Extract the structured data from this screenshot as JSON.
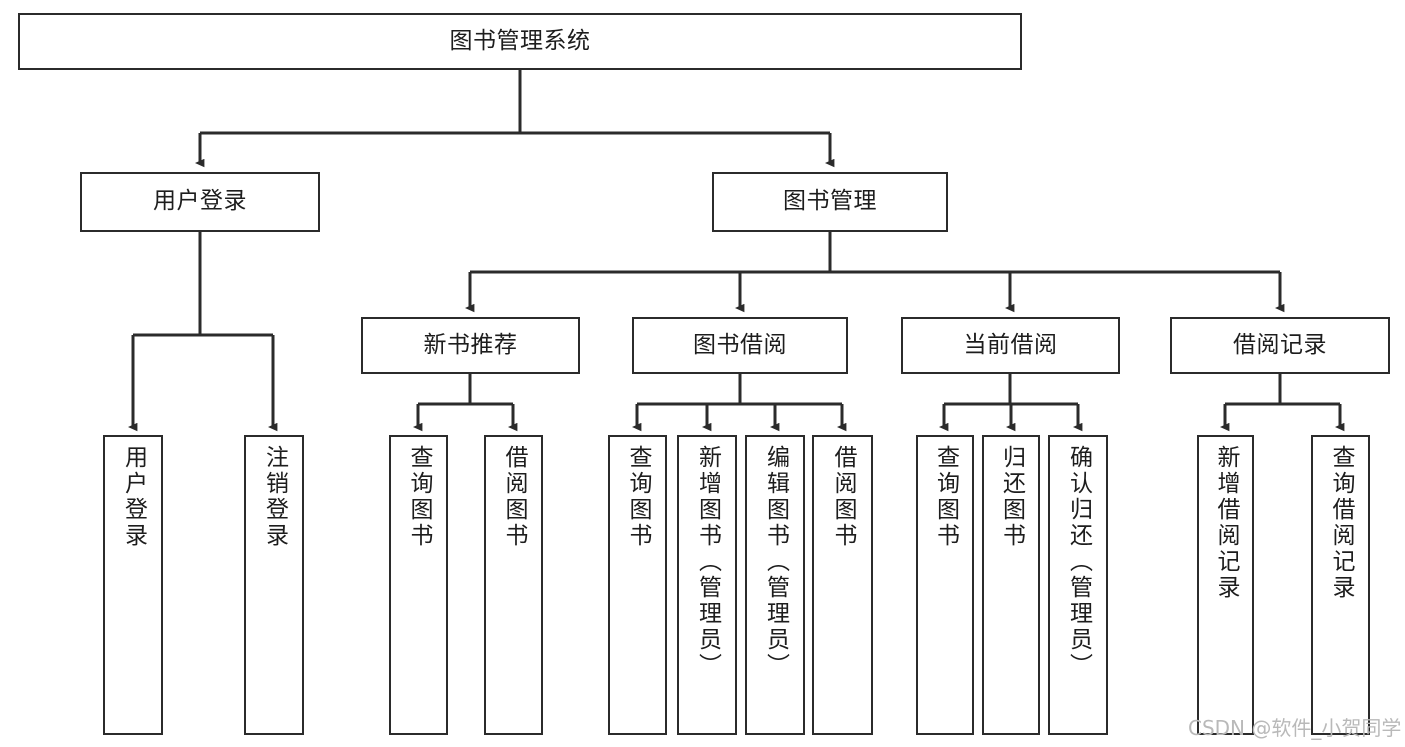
{
  "diagram": {
    "type": "tree-hierarchy",
    "title": "图书管理系统",
    "root": {
      "label": "图书管理系统"
    },
    "level1": [
      {
        "label": "用户登录"
      },
      {
        "label": "图书管理"
      }
    ],
    "level2": [
      {
        "label": "新书推荐"
      },
      {
        "label": "图书借阅"
      },
      {
        "label": "当前借阅"
      },
      {
        "label": "借阅记录"
      }
    ],
    "leaves": {
      "user_login": [
        {
          "label": "用户登录"
        },
        {
          "label": "注销登录"
        }
      ],
      "new_book_recommend": [
        {
          "label": "查询图书"
        },
        {
          "label": "借阅图书"
        }
      ],
      "book_borrow": [
        {
          "label": "查询图书"
        },
        {
          "label": "新增图书（管理员）"
        },
        {
          "label": "编辑图书（管理员）"
        },
        {
          "label": "借阅图书"
        }
      ],
      "current_borrow": [
        {
          "label": "查询图书"
        },
        {
          "label": "归还图书"
        },
        {
          "label": "确认归还（管理员）"
        }
      ],
      "borrow_record": [
        {
          "label": "新增借阅记录"
        },
        {
          "label": "查询借阅记录"
        }
      ]
    }
  },
  "watermark": {
    "text": "CSDN @软件_小贺同学"
  },
  "colors": {
    "stroke": "#2b2b2b",
    "fill": "#ffffff",
    "text": "#1d1d1d",
    "watermark": "#b9b9b9"
  }
}
